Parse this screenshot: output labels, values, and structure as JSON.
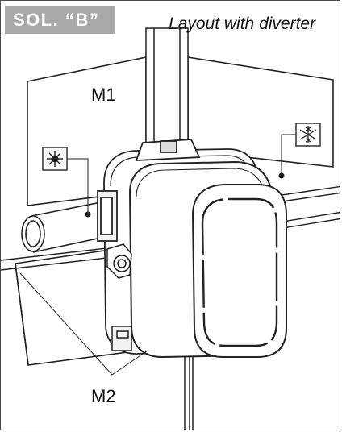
{
  "header": {
    "badge": "SOL. “B”",
    "subtitle": "Layout with diverter"
  },
  "labels": {
    "upper_module": "M1",
    "lower_module": "M2"
  },
  "icons": {
    "hot_symbol": "sun-icon",
    "cold_symbol": "snowflake-icon"
  }
}
